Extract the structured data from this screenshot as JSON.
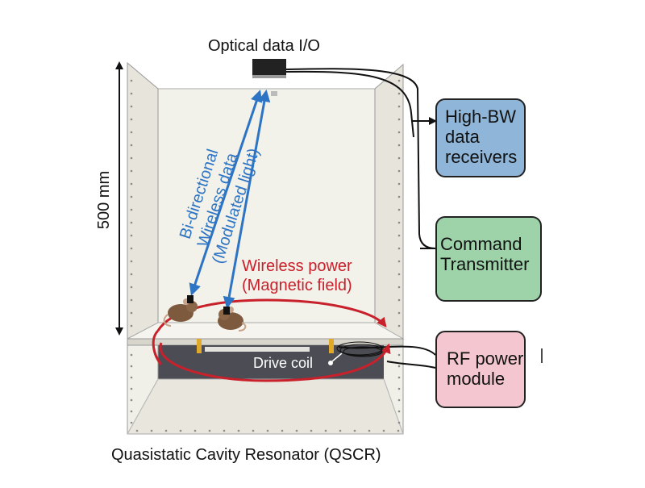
{
  "labels": {
    "optical_io": "Optical data I/O",
    "dimension": "500 mm",
    "wireless_data": [
      "Bi-directional",
      "Wireless data",
      "(Modulated light)"
    ],
    "wireless_power": [
      "Wireless power",
      "(Magnetic field)"
    ],
    "drive_coil": "Drive coil",
    "caption": "Quasistatic Cavity Resonator (QSCR)"
  },
  "boxes": {
    "receivers": [
      "High-BW",
      "data",
      "receivers"
    ],
    "command": [
      "Command",
      "Transmitter"
    ],
    "rf_power": [
      "RF power",
      "module"
    ]
  },
  "colors": {
    "data_blue": "#2d74c4",
    "power_red": "#c8212b",
    "receivers_fill": "#8fb6d9",
    "command_fill": "#9ed3aa",
    "rf_fill": "#f4c6cf",
    "coil_panel": "#4c4c54",
    "wall": "#eceae2"
  }
}
